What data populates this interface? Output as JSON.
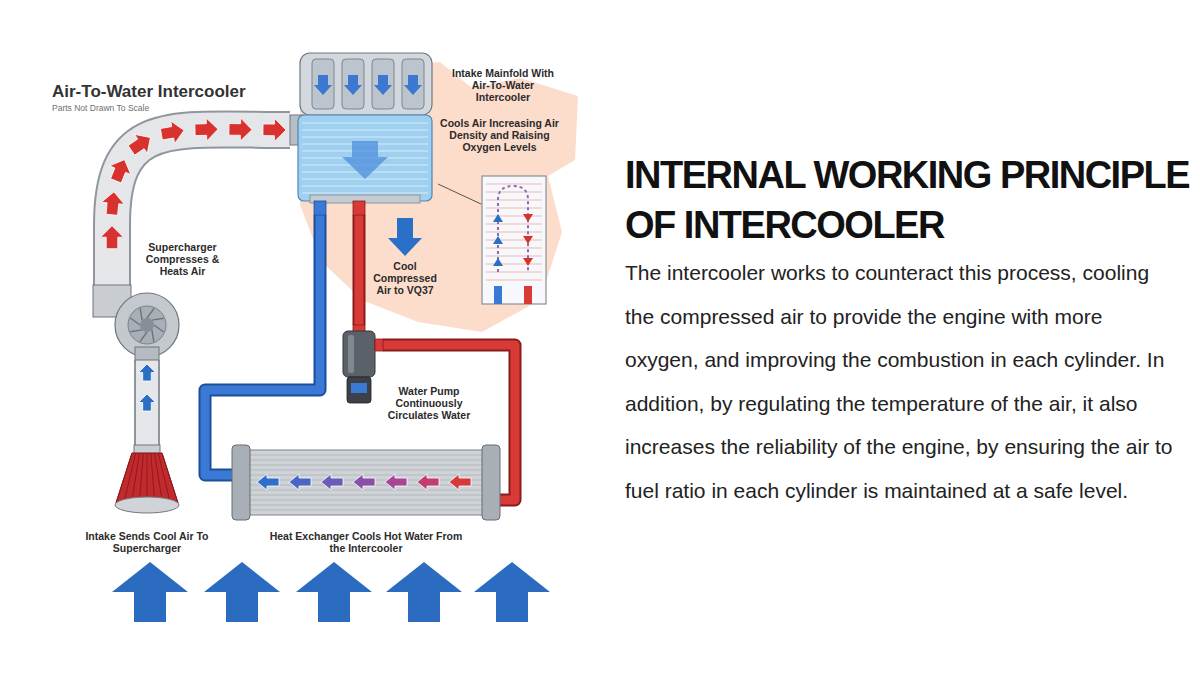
{
  "diagram": {
    "title": "INTERNAL WORKING PRINCIPLE OF INTERCOOLER",
    "caption": "The intercooler works to counteract this process, cooling the compressed air to provide the engine with more oxygen, and improving the combustion in each cylinder. In addition, by regulating the temperature of the air, it also increases the reliability of the engine, by ensuring the air to fuel ratio in each cylinder is maintained at a safe level.",
    "nodes": [
      {
        "text": [
          "Intake Mainfold With Air-To-Water Intercooler",
          "Cools Air Increasing Air Density and Raising Oxygen Levels"
        ]
      },
      {
        "text": [
          "Supercharger Compresses & Heats Air"
        ]
      },
      {
        "text": [
          "Water Pump Continuously Circulates Water"
        ]
      },
      {
        "text": [
          "Heat Exchanger Cools Hot Water From the Intercooler"
        ]
      },
      {
        "text": [
          "Intake Sends Cool Air To Supercharger"
        ]
      }
    ],
    "edges": [
      {
        "from": 4,
        "to": 1,
        "arrow": "to"
      },
      {
        "from": 1,
        "to": 0,
        "arrow": "to"
      },
      {
        "from": 0,
        "to": 2,
        "arrow": "none"
      },
      {
        "from": 2,
        "to": 3,
        "arrow": "none"
      },
      {
        "from": 3,
        "to": 0,
        "arrow": "none"
      }
    ],
    "labels": [
      "Air-To-Water Intercooler",
      "Parts Not Drawn To Scale",
      "Cool Compressed Air to VQ37"
    ]
  }
}
